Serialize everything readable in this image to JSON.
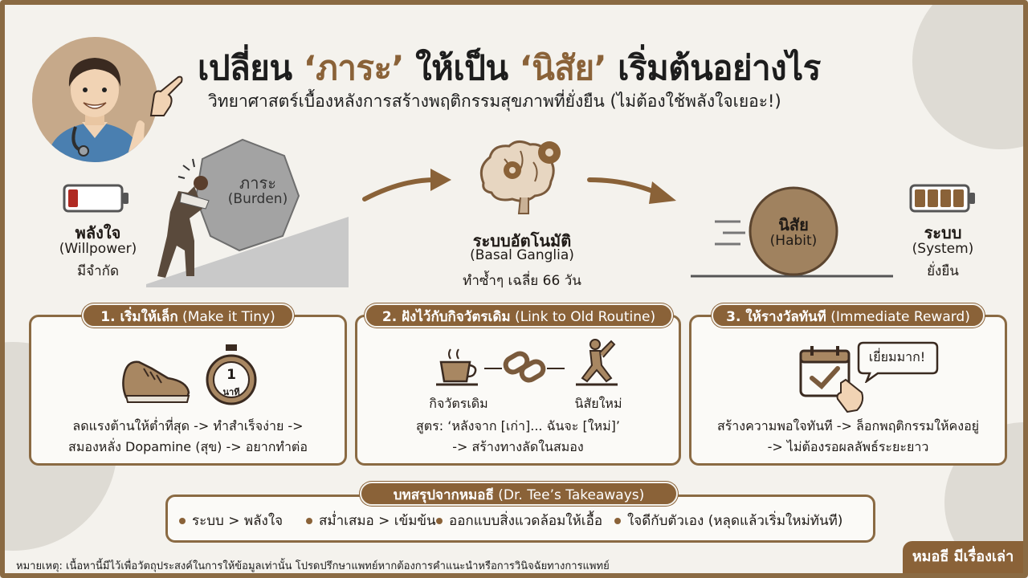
{
  "header": {
    "title_pre": "เปลี่ยน ",
    "title_q1": "‘ภาระ’",
    "title_mid": " ให้เป็น ",
    "title_q2": "‘นิสัย’",
    "title_post": " เริ่มต้นอย่างไร",
    "subtitle": "วิทยาศาสตร์เบื้องหลังการสร้างพฤติกรรมสุขภาพที่ยั่งยืน (ไม่ต้องใช้พลังใจเยอะ!)"
  },
  "flow": {
    "willpower": {
      "title": "พลังใจ",
      "en": "(Willpower)",
      "desc": "มีจำกัด",
      "battery_level": 0.2
    },
    "burden": {
      "th": "ภาระ",
      "en": "(Burden)"
    },
    "autopilot": {
      "title": "ระบบอัตโนมัติ",
      "en": "(Basal Ganglia)",
      "desc": "ทำซ้ำๆ เฉลี่ย 66 วัน"
    },
    "habit": {
      "th": "นิสัย",
      "en": "(Habit)"
    },
    "system": {
      "title": "ระบบ",
      "en": "(System)",
      "desc": "ยั่งยืน",
      "battery_level": 1.0
    }
  },
  "steps": [
    {
      "header_th": "1. เริ่มให้เล็ก",
      "header_en": " (Make it Tiny)",
      "timer_num": "1",
      "timer_unit": "นาที",
      "line1": "ลดแรงต้านให้ต่ำที่สุด -> ทำสำเร็จง่าย ->",
      "line2": "สมองหลั่ง Dopamine (สุข) -> อยากทำต่อ"
    },
    {
      "header_th": "2. ฝังไว้กับกิจวัตรเดิม",
      "header_en": " (Link to Old Routine)",
      "old_label": "กิจวัตรเดิม",
      "new_label": "นิสัยใหม่",
      "line1": "สูตร: ‘หลังจาก [เก่า]... ฉันจะ [ใหม่]’",
      "line2": "-> สร้างทางลัดในสมอง"
    },
    {
      "header_th": "3. ให้รางวัลทันที",
      "header_en": " (Immediate Reward)",
      "bubble": "เยี่ยมมาก!",
      "line1": "สร้างความพอใจทันที -> ล็อกพฤติกรรมให้คงอยู่",
      "line2": "-> ไม่ต้องรอผลลัพธ์ระยะยาว"
    }
  ],
  "takeaways": {
    "header_th": "บทสรุปจากหมอธี",
    "header_en": " (Dr. Tee’s Takeaways)",
    "items": [
      "ระบบ > พลังใจ",
      "สม่ำเสมอ > เข้มข้น",
      "ออกแบบสิ่งแวดล้อมให้เอื้อ",
      "ใจดีกับตัวเอง (หลุดแล้วเริ่มใหม่ทันที)"
    ]
  },
  "footer": {
    "note": "หมายเหตุ: เนื้อหานี้มีไว้เพื่อวัตถุประสงค์ในการให้ข้อมูลเท่านั้น โปรดปรึกษาแพทย์หากต้องการคำแนะนำหรือการวินิจฉัยทางการแพทย์",
    "brand": "หมอธี มีเรื่องเล่า"
  },
  "colors": {
    "brown": "#8a6238",
    "frame": "#8a6a43",
    "battery_low": "#b02a22",
    "battery_full": "#8a6238"
  }
}
